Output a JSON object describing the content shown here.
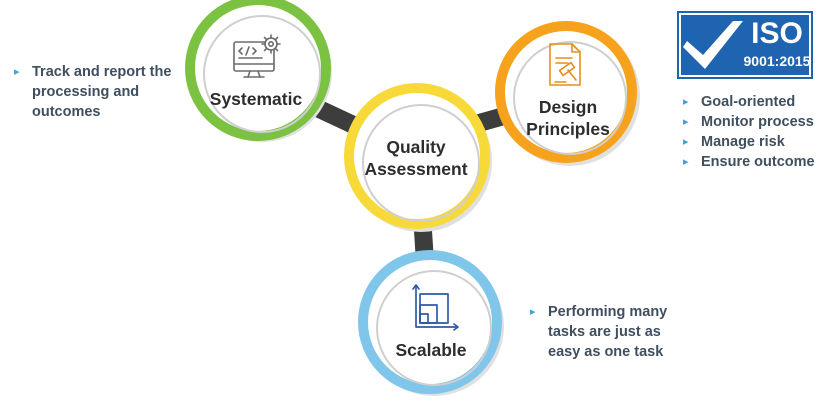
{
  "nodes": {
    "systematic": {
      "label": "Systematic",
      "ring_color": "#7cc242"
    },
    "quality": {
      "line1": "Quality",
      "line2": "Assessment",
      "ring_color": "#f7d93a"
    },
    "design": {
      "line1": "Design",
      "line2": "Principles",
      "ring_color": "#f6a21c"
    },
    "scalable": {
      "label": "Scalable",
      "ring_color": "#7fc6ea"
    }
  },
  "left_note": {
    "items": [
      "Track and report the processing and outcomes"
    ]
  },
  "right_list": {
    "items": [
      "Goal-oriented",
      "Monitor process",
      "Manage risk",
      "Ensure outcome"
    ]
  },
  "scalable_note": {
    "items": [
      "Performing many tasks are just as easy as one task"
    ]
  },
  "iso_badge": {
    "title": "ISO",
    "standard": "9001:2015",
    "color": "#1f64b0"
  },
  "connector_color": "#3d3d3d",
  "bullet_color": "#3aa3d8",
  "icons": [
    "computer-code-gear-icon",
    "document-gavel-icon",
    "scalable-chart-icon",
    "checkmark-icon"
  ]
}
